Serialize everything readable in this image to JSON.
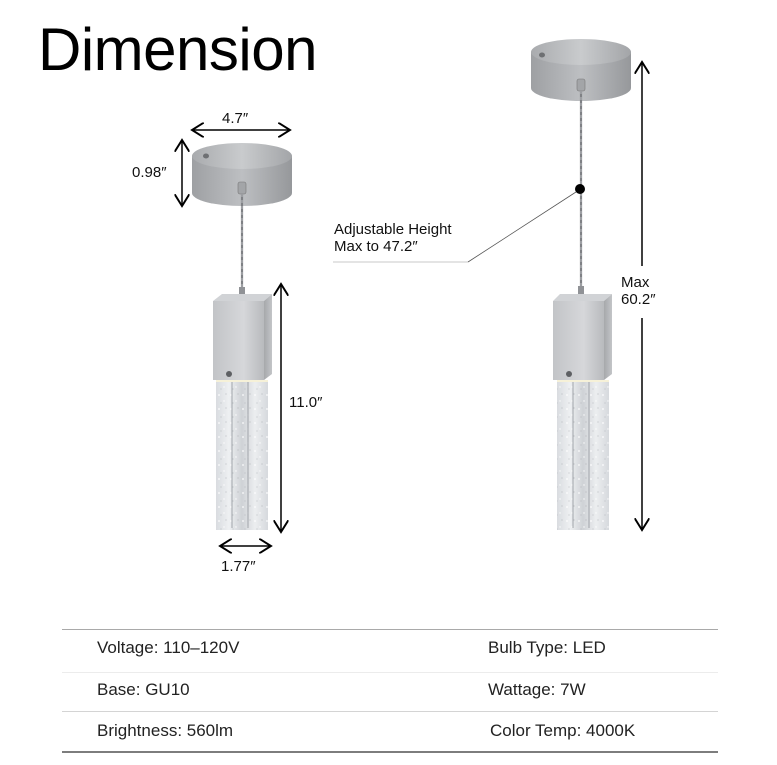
{
  "header": {
    "title": "Dimension"
  },
  "left_fixture": {
    "canopy_width": "4.7″",
    "canopy_height": "0.98″",
    "body_height": "11.0″",
    "body_width": "1.77″"
  },
  "right_fixture": {
    "callout_line1": "Adjustable Height",
    "callout_line2": "Max to 47.2″",
    "max_label_line1": "Max",
    "max_label_line2": "60.2″"
  },
  "specs": {
    "rows": [
      {
        "left": "Voltage: 110–120V",
        "right": "Bulb Type: LED"
      },
      {
        "left": "Base: GU10",
        "right": "Wattage: 7W"
      },
      {
        "left": "Brightness: 560lm",
        "right": "Color Temp: 4000K"
      }
    ]
  },
  "colors": {
    "metal": "#b4b6b9",
    "chrome": "#c8c9cc",
    "glass": "#e3e6ea",
    "rule_dark": "#8a8a8a",
    "rule_light": "#e2e2e2"
  }
}
